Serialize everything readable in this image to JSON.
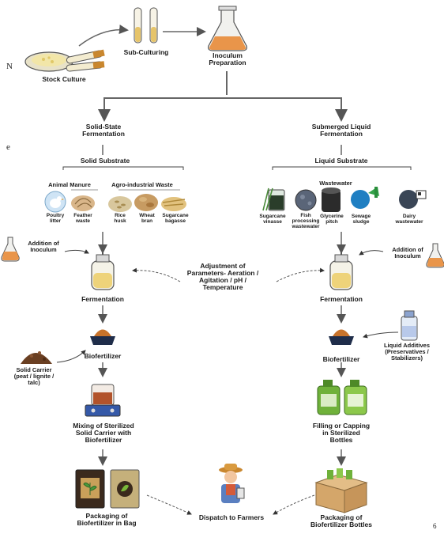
{
  "edge_marks": {
    "left_top": "N",
    "left_mid": "e",
    "right_bottom": "6"
  },
  "labels": {
    "stock_culture": "Stock Culture",
    "sub_culturing": "Sub-Culturing",
    "inoculum_preparation": "Inoculum\nPreparation",
    "ssf": "Solid-State\nFermentation",
    "slf": "Submerged Liquid\nFermentation",
    "solid_substrate": "Solid Substrate",
    "liquid_substrate": "Liquid Substrate",
    "animal_manure": "Animal Manure",
    "agro_waste": "Agro-industrial Waste",
    "wastewater": "Wastewater",
    "poultry_litter": "Poultry\nlitter",
    "feather_waste": "Feather\nwaste",
    "rice_husk": "Rice\nhusk",
    "wheat_bran": "Wheat\nbran",
    "sugarcane_bagasse": "Sugarcane\nbagasse",
    "sugarcane_vinasse": "Sugarcane\nvinasse",
    "fish_wastewater": "Fish\nprocessing\nwastewater",
    "glycerine_pitch": "Glycerine\npitch",
    "sewage_sludge": "Sewage\nsludge",
    "dairy_wastewater": "Dairy\nwastewater",
    "addition_inoculum_left": "Addition of\nInoculum",
    "addition_inoculum_right": "Addition of\nInoculum",
    "adjustment": "Adjustment of\nParameters- Aeration /\nAgitation / pH /\nTemperature",
    "fermentation_left": "Fermentation",
    "fermentation_right": "Fermentation",
    "biofertilizer_left": "Biofertilizer",
    "biofertilizer_right": "Biofertilizer",
    "solid_carrier": "Solid Carrier\n(peat / lignite /\ntalc)",
    "liquid_additives": "Liquid Additives\n(Preservatives /\nStabilizers)",
    "mixing": "Mixing of Sterilized\nSolid Carrier with\nBiofertilizer",
    "filling": "Filling or Capping\nin Sterilized\nBottles",
    "packaging_bag": "Packaging of\nBiofertilizer in Bag",
    "dispatch": "Dispatch to Farmers",
    "packaging_bottles": "Packaging of\nBiofertilizer Bottles"
  }
}
